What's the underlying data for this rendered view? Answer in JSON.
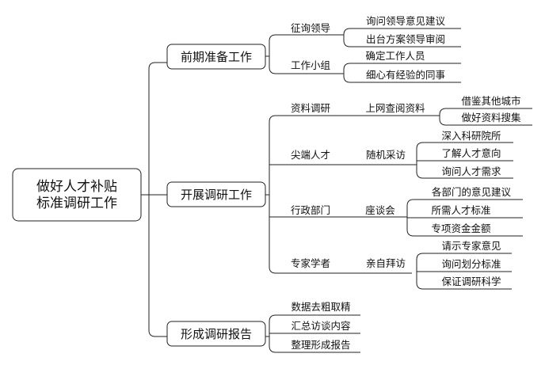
{
  "root": {
    "line1": "做好人才补贴",
    "line2": "标准调研工作"
  },
  "branches": [
    {
      "label": "前期准备工作",
      "children": [
        {
          "label": "征询领导",
          "items": [
            "询问领导意见建议",
            "出台方案领导审阅"
          ]
        },
        {
          "label": "工作小组",
          "items": [
            "确定工作人员",
            "细心有经验的同事"
          ]
        }
      ]
    },
    {
      "label": "开展调研工作",
      "children": [
        {
          "label": "资料调研",
          "method": "上网查阅资料",
          "items": [
            "借鉴其他城市",
            "做好资料搜集"
          ]
        },
        {
          "label": "尖端人才",
          "method": "随机采访",
          "items": [
            "深入科研院所",
            "了解人才意向",
            "询问人才需求"
          ]
        },
        {
          "label": "行政部门",
          "method": "座谈会",
          "items": [
            "各部门的意见建议",
            "所需人才标准",
            "专项资金金额"
          ]
        },
        {
          "label": "专家学者",
          "method": "亲自拜访",
          "items": [
            "请示专家意见",
            "询问划分标准",
            "保证调研科学"
          ]
        }
      ]
    },
    {
      "label": "形成调研报告",
      "items": [
        "数据去粗取精",
        "汇总访谈内容",
        "整理形成报告"
      ]
    }
  ]
}
